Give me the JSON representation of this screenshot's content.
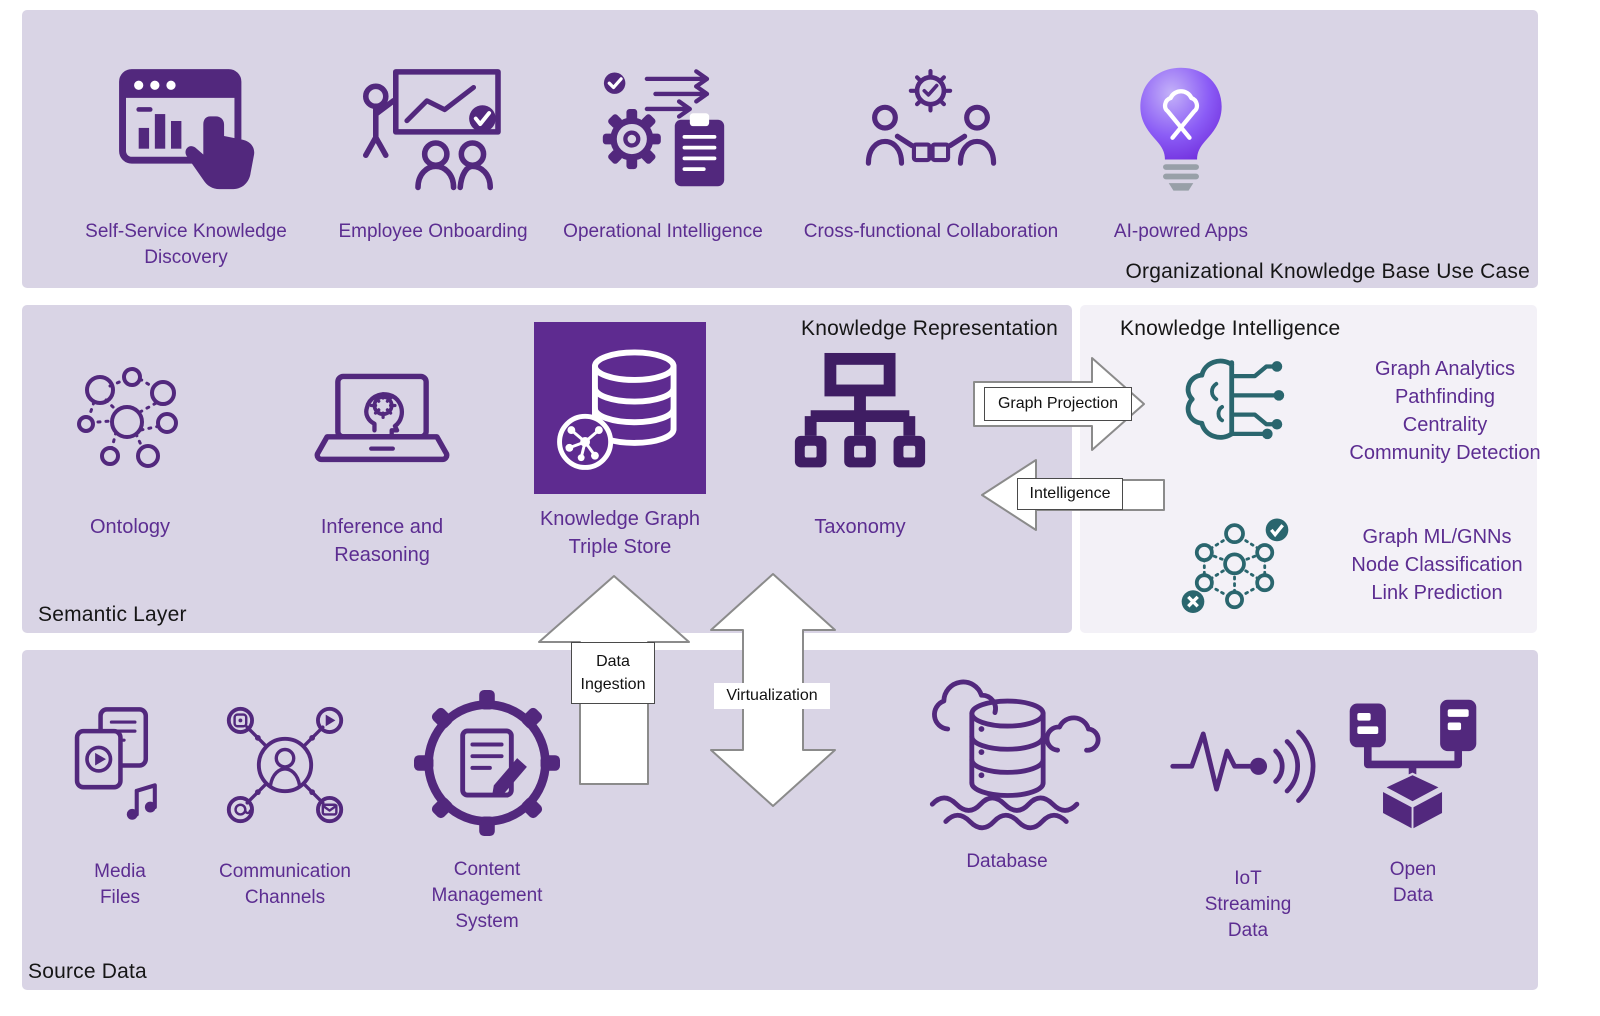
{
  "colors": {
    "accent_purple": "#5c2d91",
    "icon_purple": "#52287d",
    "dark_purple": "#3f1d63",
    "teal": "#2a666e",
    "panel_lavender": "#d9d4e5",
    "panel_light": "#f3f1f7",
    "bulb_purple": "#8b5cf6",
    "kg_square_purple": "#5e2b90"
  },
  "use_case_layer": {
    "title": "Organizational Knowledge Base Use Case",
    "items": [
      {
        "label": "Self-Service Knowledge Discovery",
        "icon": "self-service-knowledge-discovery-icon"
      },
      {
        "label": "Employee Onboarding",
        "icon": "employee-onboarding-icon"
      },
      {
        "label": "Operational Intelligence",
        "icon": "operational-intelligence-icon"
      },
      {
        "label": "Cross-functional Collaboration",
        "icon": "cross-functional-collaboration-icon"
      },
      {
        "label": "AI-powred Apps",
        "icon": "ai-lightbulb-icon"
      }
    ]
  },
  "semantic_layer": {
    "title": "Semantic Layer",
    "knowledge_representation_title": "Knowledge Representation",
    "items": [
      {
        "label": "Ontology",
        "icon": "ontology-icon"
      },
      {
        "label": "Inference and Reasoning",
        "icon": "inference-reasoning-icon"
      },
      {
        "label": "Knowledge Graph Triple Store",
        "icon": "knowledge-graph-triple-store-icon"
      },
      {
        "label": "Taxonomy",
        "icon": "taxonomy-icon"
      }
    ]
  },
  "knowledge_intelligence": {
    "title": "Knowledge Intelligence",
    "analytics": {
      "icon": "brain-circuit-icon",
      "lines": [
        "Graph Analytics",
        "Pathfinding",
        "Centrality",
        "Community Detection"
      ]
    },
    "graph_ml": {
      "icon": "graph-ml-network-icon",
      "lines": [
        "Graph ML/GNNs",
        "Node Classification",
        "Link Prediction"
      ]
    }
  },
  "flows": {
    "graph_projection": "Graph Projection",
    "intelligence": "Intelligence",
    "data_ingestion": "Data Ingestion",
    "virtualization": "Virtualization"
  },
  "source_data_layer": {
    "title": "Source Data",
    "items": [
      {
        "label": "Media Files",
        "icon": "media-files-icon"
      },
      {
        "label": "Communication Channels",
        "icon": "communication-channels-icon"
      },
      {
        "label": "Content Management System",
        "icon": "content-management-system-icon"
      },
      {
        "label": "Database",
        "icon": "database-icon"
      },
      {
        "label": "IoT Streaming Data",
        "icon": "iot-streaming-icon"
      },
      {
        "label": "Open Data",
        "icon": "open-data-icon"
      }
    ]
  }
}
